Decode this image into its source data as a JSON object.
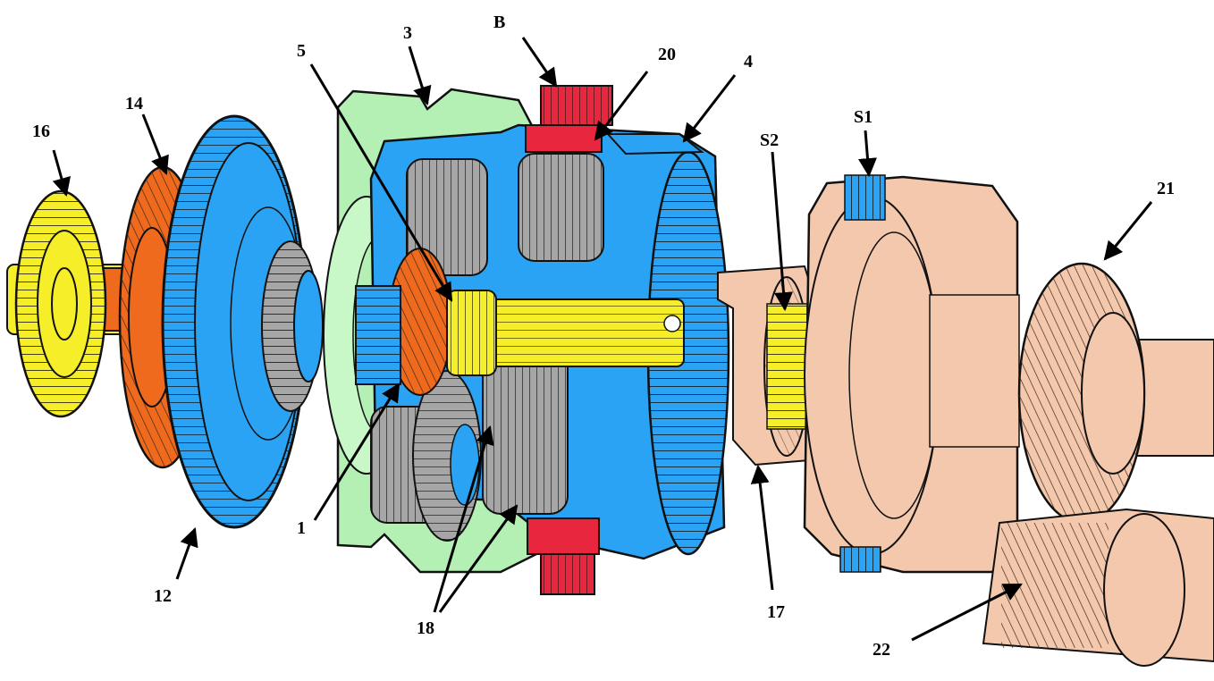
{
  "diagram": {
    "labels": {
      "l1": "1",
      "l3": "3",
      "l4": "4",
      "l5": "5",
      "l12": "12",
      "l14": "14",
      "l16": "16",
      "l17": "17",
      "l18": "18",
      "l20": "20",
      "l21": "21",
      "l22": "22",
      "lB": "B",
      "lS1": "S1",
      "lS2": "S2"
    },
    "colors": {
      "yellow": "#f5ee28",
      "orange": "#f06a1e",
      "blue": "#2aa3f5",
      "gray": "#a6a6a6",
      "green": "#b4f0b4",
      "red": "#e8263d",
      "peach": "#f4c8ac",
      "ink": "#111111"
    }
  }
}
